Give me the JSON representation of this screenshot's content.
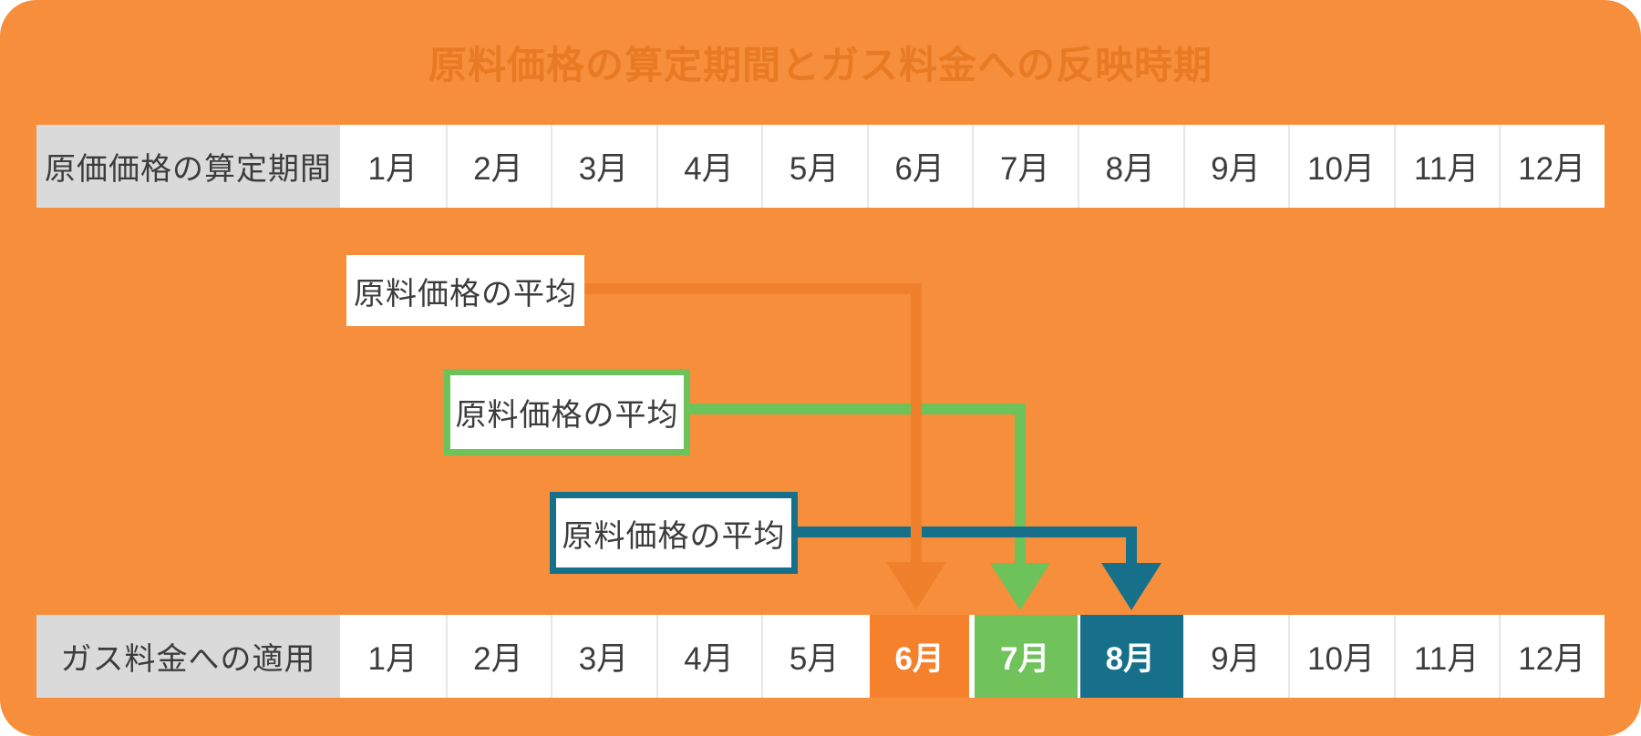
{
  "title": "原料価格の算定期間とガス料金への反映時期",
  "colors": {
    "background": "#F78E3B",
    "title": "#E97A24",
    "header_bg": "#DADADA",
    "text": "#3C3C3C",
    "connector_orange": "#F0802C",
    "connector_green": "#6EC25A",
    "connector_teal": "#17708A",
    "cell_orange": "#F6812D",
    "cell_green": "#70C25B",
    "cell_teal": "#17708A",
    "highlight_text": "#FFFFFF"
  },
  "top_table": {
    "header": "原価価格の算定期間",
    "months": [
      "1月",
      "2月",
      "3月",
      "4月",
      "5月",
      "6月",
      "7月",
      "8月",
      "9月",
      "10月",
      "11月",
      "12月"
    ]
  },
  "bottom_table": {
    "header": "ガス料金への適用",
    "months": [
      "1月",
      "2月",
      "3月",
      "4月",
      "5月",
      "6月",
      "7月",
      "8月",
      "9月",
      "10月",
      "11月",
      "12月"
    ],
    "highlights": [
      {
        "month": "6月",
        "color": "#F6812D"
      },
      {
        "month": "7月",
        "color": "#70C25B"
      },
      {
        "month": "8月",
        "color": "#17708A"
      }
    ]
  },
  "labels": [
    {
      "text": "原料価格の平均",
      "style": "plain",
      "connector": "orange",
      "target_month": "6月"
    },
    {
      "text": "原料価格の平均",
      "style": "green-border",
      "connector": "green",
      "target_month": "7月"
    },
    {
      "text": "原料価格の平均",
      "style": "teal-border",
      "connector": "teal",
      "target_month": "8月"
    }
  ]
}
